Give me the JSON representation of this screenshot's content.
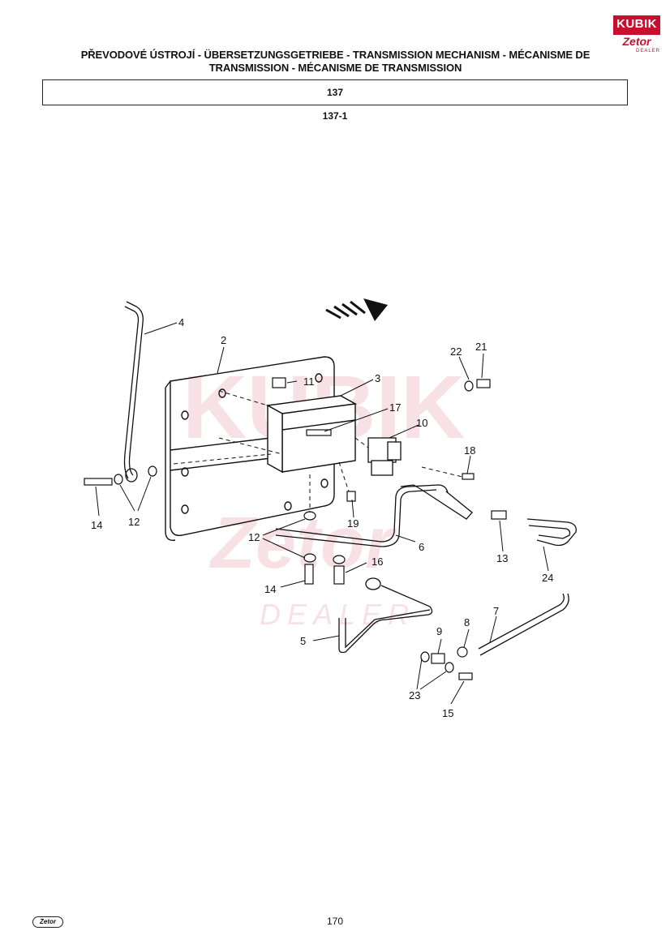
{
  "header": {
    "title": "PŘEVODOVÉ ÚSTROJÍ - ÜBERSETZUNGSGETRIEBE - TRANSMISSION MECHANISM - MÉCANISME DE TRANSMISSION - MÉCANISME DE TRANSMISSION",
    "group_code": "137",
    "figure_code": "137-1"
  },
  "logo": {
    "brand": "KUBIK",
    "sub_brand": "Zetor",
    "dealer": "DEALER",
    "accent_color": "#c8102e"
  },
  "watermark": {
    "brand": "KUBIK",
    "sub_brand": "Zetor",
    "dealer": "DEALER"
  },
  "diagram": {
    "part_labels": [
      "2",
      "3",
      "4",
      "5",
      "6",
      "7",
      "8",
      "9",
      "10",
      "11",
      "12",
      "12",
      "13",
      "14",
      "14",
      "15",
      "16",
      "17",
      "18",
      "19",
      "21",
      "22",
      "23",
      "24"
    ]
  },
  "footer": {
    "logo_text": "Zetor",
    "page_number": "170"
  }
}
